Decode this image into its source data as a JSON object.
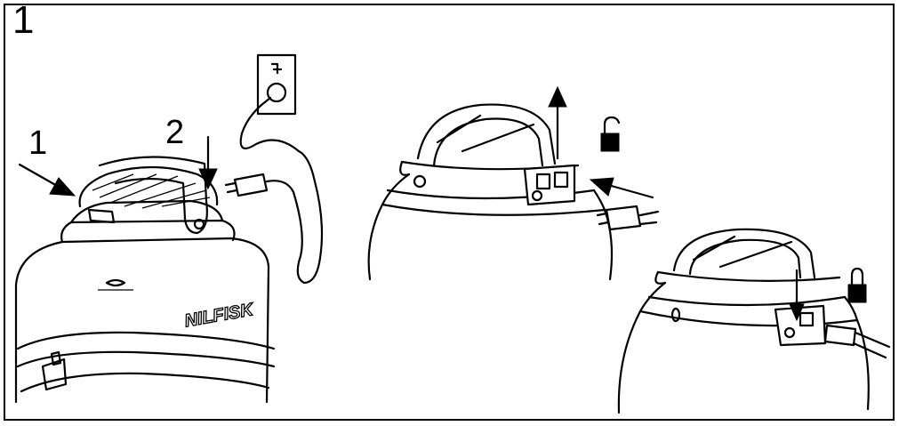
{
  "figure": {
    "number": "1",
    "callout_1": "1",
    "callout_2": "2",
    "brand": "NILFISK"
  },
  "icons": {
    "unlock": "padlock-open-icon",
    "lock": "padlock-closed-icon"
  },
  "colors": {
    "ink": "#000000",
    "paper": "#ffffff"
  }
}
